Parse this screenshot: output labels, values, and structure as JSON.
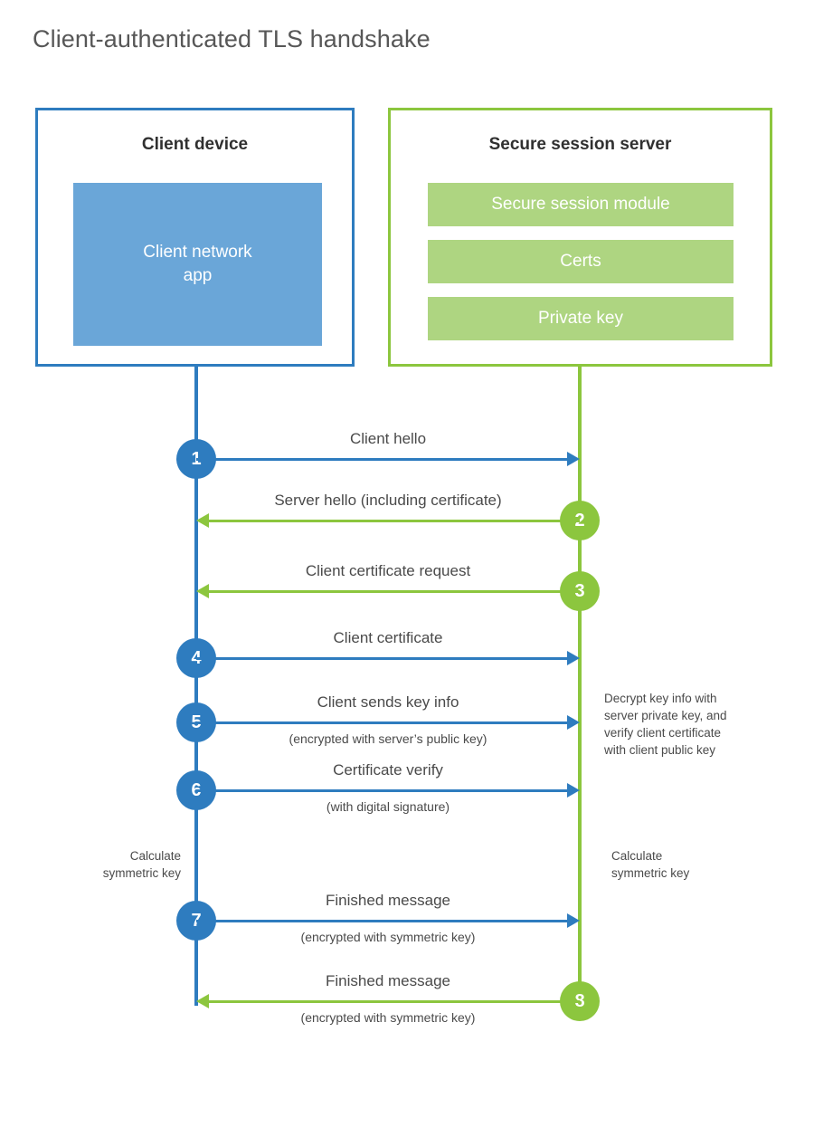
{
  "title": "Client-authenticated TLS handshake",
  "colors": {
    "client_blue": "#2E7CBF",
    "client_app_fill": "#6AA6D8",
    "server_green": "#8CC63E",
    "server_item_fill": "#AED581",
    "text": "#4a4a4a"
  },
  "client": {
    "title": "Client device",
    "app_label": "Client network\napp"
  },
  "server": {
    "title": "Secure session server",
    "items": [
      {
        "label": "Secure session module"
      },
      {
        "label": "Certs"
      },
      {
        "label": "Private key"
      }
    ]
  },
  "steps": [
    {
      "number": "1",
      "label": "Client hello",
      "sublabel": "",
      "direction": "to-server",
      "origin": "client"
    },
    {
      "number": "2",
      "label": "Server hello (including certificate)",
      "sublabel": "",
      "direction": "to-client",
      "origin": "server"
    },
    {
      "number": "3",
      "label": "Client certificate request",
      "sublabel": "",
      "direction": "to-client",
      "origin": "server"
    },
    {
      "number": "4",
      "label": "Client certificate",
      "sublabel": "",
      "direction": "to-server",
      "origin": "client"
    },
    {
      "number": "5",
      "label": "Client sends key info",
      "sublabel": "(encrypted with server’s public key)",
      "direction": "to-server",
      "origin": "client"
    },
    {
      "number": "6",
      "label": "Certificate verify",
      "sublabel": "(with digital signature)",
      "direction": "to-server",
      "origin": "client"
    },
    {
      "number": "7",
      "label": "Finished message",
      "sublabel": "(encrypted with symmetric key)",
      "direction": "to-server",
      "origin": "client"
    },
    {
      "number": "8",
      "label": "Finished message",
      "sublabel": "(encrypted with symmetric key)",
      "direction": "to-client",
      "origin": "server"
    }
  ],
  "annotations": {
    "server_decrypt_note": "Decrypt key info with\nserver private key, and\nverify client certificate\nwith client public key",
    "client_calc_note": "Calculate\nsymmetric key",
    "server_calc_note": "Calculate\nsymmetric key"
  }
}
